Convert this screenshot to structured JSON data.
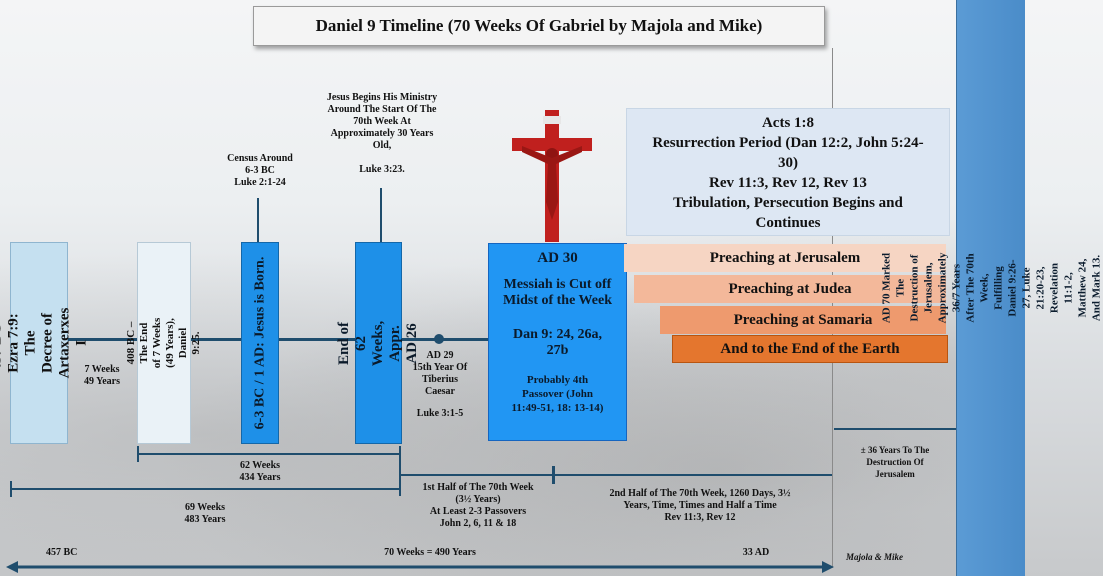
{
  "title": "Daniel 9 Timeline (70 Weeks Of Gabriel by Majola and Mike)",
  "boxes": {
    "b457": "457 BC - Ezra 7:9: The Decree of Artaxerxes I",
    "b408": "408 BC – The End of 7 Weeks (49 Years), Daniel 9:25.",
    "b6bc": "6-3 BC / 1 AD: Jesus is Born.",
    "bad26": "End of 62 Weeks, Appr. AD 26"
  },
  "annotations": {
    "seven_weeks_1": "7 Weeks",
    "seven_weeks_2": "49 Years",
    "census_1": "Census Around",
    "census_2": "6-3 BC",
    "census_3": "Luke 2:1-24",
    "ministry_1": "Jesus Begins His Ministry",
    "ministry_2": "Around The Start Of The",
    "ministry_3": "70th  Week At",
    "ministry_4": "Approximately 30 Years",
    "ministry_5": "Old,",
    "ministry_6": "Luke 3:23.",
    "ad29_1": "AD 29",
    "ad29_2": "15th Year Of",
    "ad29_3": "Tiberius",
    "ad29_4": "Caesar",
    "ad29_5": "Luke 3:1-5"
  },
  "ad30": {
    "heading": "AD 30",
    "line1": "Messiah is Cut off",
    "line2": "Midst of the Week",
    "line3": "Dan 9: 24, 26a,",
    "line4": "27b",
    "line5": "Probably 4th",
    "line6": "Passover (John",
    "line7": "11:49-51, 18: 13-14)"
  },
  "acts": {
    "line1": "Acts 1:8",
    "line2": "Resurrection Period (Dan 12:2, John 5:24-",
    "line3": "30)",
    "line4": "Rev 11:3, Rev 12, Rev 13",
    "line5": "Tribulation, Persecution Begins and",
    "line6": "Continues"
  },
  "preaching": [
    {
      "label": "Preaching at Jerusalem",
      "color": "#f6d5c3"
    },
    {
      "label": "Preaching at Judea",
      "color": "#f3b89a"
    },
    {
      "label": "Preaching at Samaria",
      "color": "#ee9a6e"
    },
    {
      "label": "And to the End of the Earth",
      "color": "#e4762e"
    }
  ],
  "spans": {
    "w62_1": "62 Weeks",
    "w62_2": "434 Years",
    "w69_1": "69 Weeks",
    "w69_2": "483 Years",
    "first_half_1": "1st Half of The 70th Week",
    "first_half_2": "(3½ Years)",
    "first_half_3": "At Least 2-3 Passovers",
    "first_half_4": "John 2, 6, 11 & 18",
    "second_half_1": "2nd Half of The 70th Week, 1260 Days, 3½",
    "second_half_2": "Years, Time, Times and Half a Time",
    "second_half_3": "Rev 11:3, Rev 12",
    "destruction_1": "± 36 Years To The",
    "destruction_2": "Destruction Of",
    "destruction_3": "Jerusalem"
  },
  "bottom": {
    "left": "457 BC",
    "middle": "70 Weeks = 490 Years",
    "right": "33 AD",
    "credit": "Majola & Mike"
  },
  "side_text": "AD 70 Marked The Destruction of Jerusalem, Approximately 36/7 Years After The 70th Week, Fulfilling Daniel 9:26-27, Luke 21:20-23, Revelation 11:1-2, Matthew 24, And Mark 13.",
  "colors": {
    "box_light_blue": "#c5e0f0",
    "box_blue": "#1e90e8",
    "ad30_blue": "#2196f3",
    "acts_bg": "#dde7f3",
    "axis": "#1f4d6d",
    "side_panel": "#5b9bd5",
    "cross": "#c0201e"
  }
}
